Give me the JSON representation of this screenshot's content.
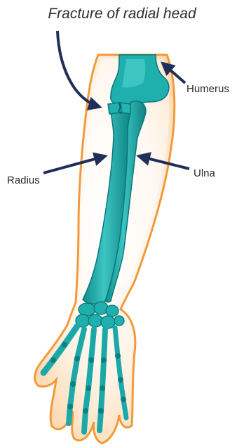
{
  "title": "Fracture of radial head",
  "labels": {
    "humerus": "Humerus",
    "radius": "Radius",
    "ulna": "Ulna"
  },
  "colors": {
    "bone": "#1aa8a8",
    "bone_dark": "#0d7f80",
    "skin_edge": "#f29a3a",
    "skin_fill": "#fde7cf",
    "arrow": "#1f2f5a"
  }
}
